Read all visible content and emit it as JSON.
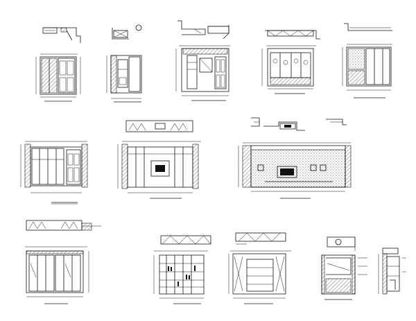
{
  "sheet": {
    "title": "",
    "background": "#ffffff",
    "line_color": "#111111"
  },
  "drawings": [
    {
      "id": "elev-1",
      "label": "",
      "kind": "wardrobe-elevation"
    },
    {
      "id": "elev-2",
      "label": "",
      "kind": "entry-cabinet-elevation"
    },
    {
      "id": "elev-3",
      "label": "",
      "kind": "bedroom-wall-elevation"
    },
    {
      "id": "elev-4",
      "label": "",
      "kind": "display-cabinet-elevation"
    },
    {
      "id": "elev-5",
      "label": "",
      "kind": "wardrobe-elevation"
    },
    {
      "id": "elev-6",
      "label": "",
      "kind": "wardrobe-wall-elevation"
    },
    {
      "id": "elev-7",
      "label": "",
      "kind": "tv-wall-elevation"
    },
    {
      "id": "elev-8",
      "label": "",
      "kind": "tv-feature-wall-elevation"
    },
    {
      "id": "elev-9",
      "label": "",
      "kind": "wardrobe-elevation"
    },
    {
      "id": "elev-10",
      "label": "",
      "kind": "bookshelf-elevation"
    },
    {
      "id": "elev-11",
      "label": "",
      "kind": "cabinet-elevation"
    },
    {
      "id": "elev-12",
      "label": "",
      "kind": "section-detail"
    },
    {
      "id": "elev-13",
      "label": "",
      "kind": "side-section"
    }
  ]
}
